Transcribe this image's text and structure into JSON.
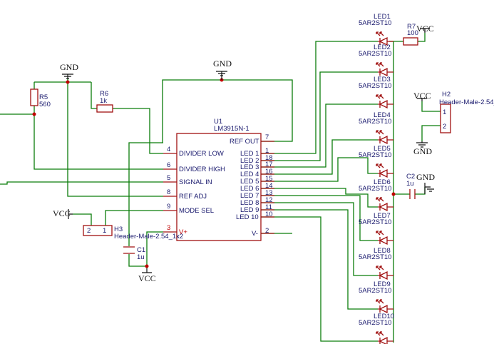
{
  "ic": {
    "ref": "U1",
    "part": "LM3915N-1",
    "pins_left": [
      {
        "num": "4",
        "name": "DIVIDER LOW"
      },
      {
        "num": "6",
        "name": "DIVIDER HIGH"
      },
      {
        "num": "5",
        "name": "SIGNAL IN"
      },
      {
        "num": "8",
        "name": "REF ADJ"
      },
      {
        "num": "9",
        "name": "MODE SEL"
      },
      {
        "num": "3",
        "name": "V+"
      }
    ],
    "pin_ref_out": {
      "num": "7",
      "name": "REF OUT"
    },
    "pins_right": [
      {
        "num": "1",
        "name": "LED 1"
      },
      {
        "num": "18",
        "name": "LED 2"
      },
      {
        "num": "17",
        "name": "LED 3"
      },
      {
        "num": "16",
        "name": "LED 4"
      },
      {
        "num": "15",
        "name": "LED 5"
      },
      {
        "num": "14",
        "name": "LED 6"
      },
      {
        "num": "13",
        "name": "LED 7"
      },
      {
        "num": "12",
        "name": "LED 8"
      },
      {
        "num": "11",
        "name": "LED 9"
      },
      {
        "num": "10",
        "name": "LED 10"
      }
    ],
    "pin_vminus": {
      "num": "2",
      "name": "V-"
    }
  },
  "leds": [
    {
      "ref": "LED1",
      "part": "5AR2ST10"
    },
    {
      "ref": "LED2",
      "part": "5AR2ST10"
    },
    {
      "ref": "LED3",
      "part": "5AR2ST10"
    },
    {
      "ref": "LED4",
      "part": "5AR2ST10"
    },
    {
      "ref": "LED5",
      "part": "5AR2ST10"
    },
    {
      "ref": "LED6",
      "part": "5AR2ST10"
    },
    {
      "ref": "LED7",
      "part": "5AR2ST10"
    },
    {
      "ref": "LED8",
      "part": "5AR2ST10"
    },
    {
      "ref": "LED9",
      "part": "5AR2ST10"
    },
    {
      "ref": "LED10",
      "part": "5AR2ST10"
    }
  ],
  "r5": {
    "ref": "R5",
    "value": "560"
  },
  "r6": {
    "ref": "R6",
    "value": "1k"
  },
  "r7": {
    "ref": "R7",
    "value": "100"
  },
  "c1": {
    "ref": "C1",
    "value": "1u"
  },
  "c2": {
    "ref": "C2",
    "value": "1u"
  },
  "h2": {
    "ref": "H2",
    "part": "Header-Male-2.54_",
    "pin1": "1",
    "pin2": "2"
  },
  "h3": {
    "ref": "H3",
    "part": "Header-Male-2.54_1x2",
    "pin1": "1",
    "pin2": "2"
  },
  "nets": {
    "gnd": "GND",
    "vcc": "VCC"
  }
}
